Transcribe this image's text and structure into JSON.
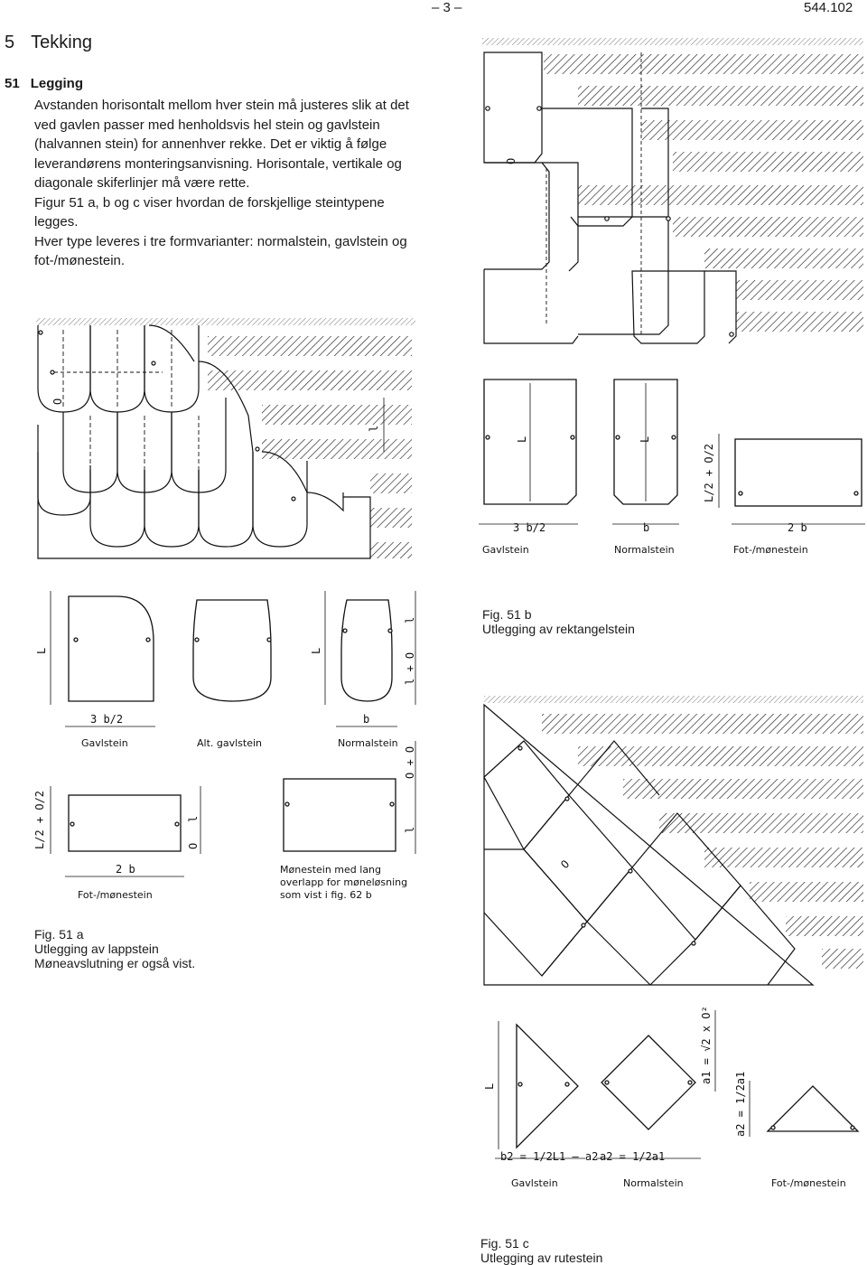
{
  "header": {
    "page_number": "– 3 –",
    "doc_number": "544.102"
  },
  "section": {
    "number": "5",
    "title": "Tekking"
  },
  "subsection": {
    "number": "51",
    "title": "Legging"
  },
  "body": {
    "p1": "Avstanden horisontalt mellom hver stein må justeres slik at det ved gavlen passer med henholdsvis hel stein og gavlstein (halvannen stein) for annenhver rekke. Det er viktig å følge leverandørens monteringsanvisning. Horisontale, vertikale og diagonale skiferlinjer må være rette.",
    "p2": "Figur 51 a, b og c viser hvordan de forskjellige steintypene legges.",
    "p3": "Hver type leveres i tre formvarianter: normalstein, gavlstein og fot-/mønestein."
  },
  "fig51a": {
    "caption_title": "Fig. 51 a",
    "caption_line1": "Utlegging av lappstein",
    "caption_line2": "Møneavslutning er også vist.",
    "labels": {
      "O": "O",
      "L": "L",
      "l": "l",
      "l_plus_O": "l + O",
      "three_b_half": "3 b/2",
      "b": "b",
      "two_b": "2 b",
      "L_half_O_half": "L/2 + O/2",
      "O_plus_O": "O + O",
      "gavlstein": "Gavlstein",
      "alt_gavlstein": "Alt. gavlstein",
      "normalstein": "Normalstein",
      "fot_monestein": "Fot-/mønestein",
      "note_line1": "Mønestein med lang",
      "note_line2": "overlapp for møneløsning",
      "note_line3": "som vist i fig. 62 b"
    }
  },
  "fig51b": {
    "caption_title": "Fig. 51 b",
    "caption_line1": "Utlegging av rektangelstein",
    "labels": {
      "O": "O",
      "L": "L",
      "L_half_O_half": "L/2 + O/2",
      "three_b_half": "3 b/2",
      "b": "b",
      "two_b": "2 b",
      "gavlstein": "Gavlstein",
      "normalstein": "Normalstein",
      "fot_monestein": "Fot-/mønestein"
    }
  },
  "fig51c": {
    "caption_title": "Fig. 51 c",
    "caption_line1": "Utlegging av rutestein",
    "labels": {
      "O": "O",
      "L": "L",
      "a1_formula": "a1 = √2 x O²",
      "a2_formula": "a2 = 1/2a1",
      "b2_formula": "b2 = 1/2L1 – a2",
      "a2_b_formula": "a2 = 1/2a1",
      "gavlstein": "Gavlstein",
      "normalstein": "Normalstein",
      "fot_monestein": "Fot-/mønestein"
    }
  }
}
